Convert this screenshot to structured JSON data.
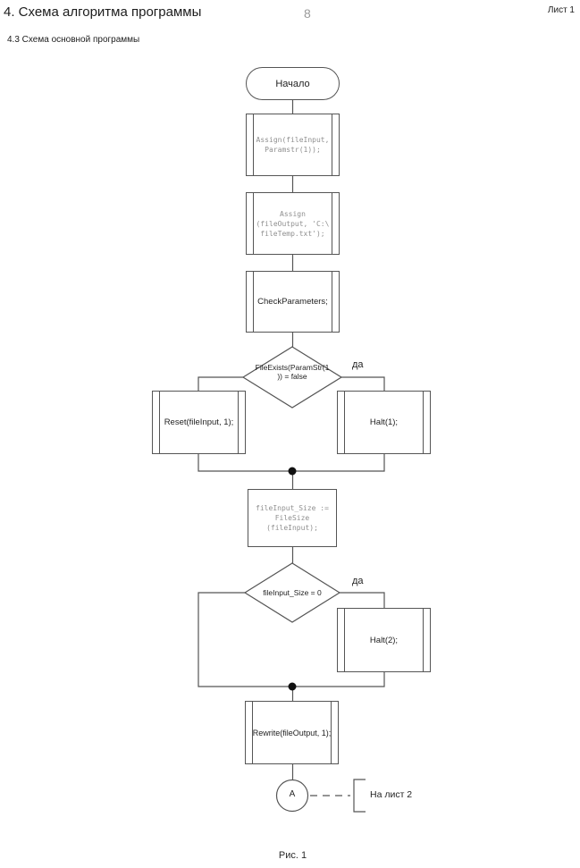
{
  "page": {
    "title": "4. Схема алгоритма программы",
    "page_number": "8",
    "sheet_label": "Лист 1",
    "subtitle": "4.3 Схема основной программы",
    "caption": "Рис. 1"
  },
  "colors": {
    "line": "#555555",
    "label_text": "#1f1f1f",
    "code_text": "#8f8f8f",
    "page_number_gray": "#9a9a9a",
    "background": "#ffffff",
    "junction_dot": "#111111"
  },
  "flowchart": {
    "start": {
      "label": "Начало"
    },
    "assign_input": {
      "code": "Assign(fileInput,\nParamstr(1));"
    },
    "assign_output": {
      "code": "Assign\n(fileOutput, 'C:\\\nfileTemp.txt');"
    },
    "check_parameters": {
      "label": "CheckParameters;"
    },
    "decision_file_exists": {
      "condition": "FileExists(ParamStr(1\n)) = false",
      "yes_label": "да"
    },
    "reset": {
      "label": "Reset(fileInput, 1);"
    },
    "halt1": {
      "label": "Halt(1);"
    },
    "file_size": {
      "code": "fileInput_Size :=\nFileSize\n(fileInput);"
    },
    "decision_size_zero": {
      "condition": "fileInput_Size = 0",
      "yes_label": "да"
    },
    "halt2": {
      "label": "Halt(2);"
    },
    "rewrite": {
      "label": "Rewrite(fileOutput, 1);"
    },
    "connector": {
      "label": "A"
    },
    "offpage": {
      "label": "На лист 2"
    }
  }
}
